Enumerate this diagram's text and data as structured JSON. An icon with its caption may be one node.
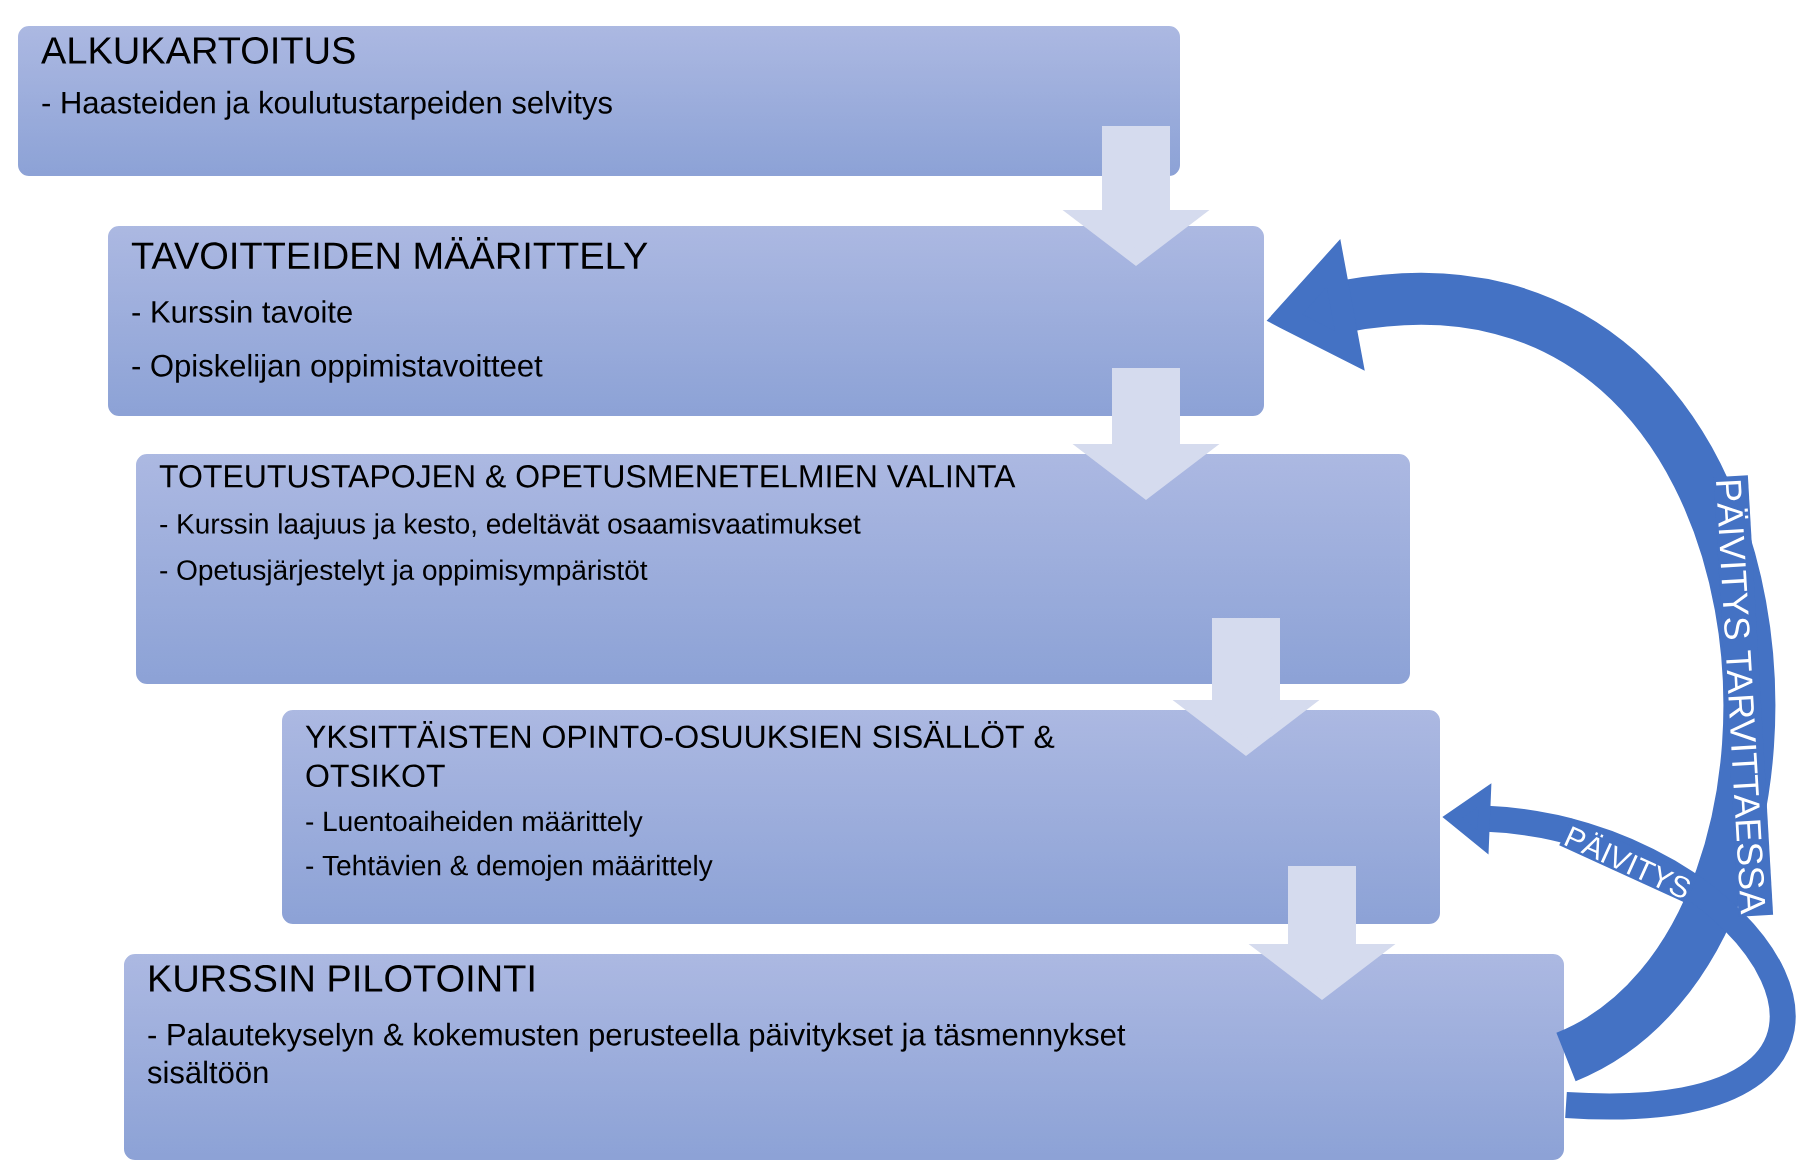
{
  "diagram": {
    "nodes": [
      {
        "text": [
          "ALKUKARTOITUS",
          "- Haasteiden ja koulutustarpeiden selvitys"
        ]
      },
      {
        "text": [
          "TAVOITTEIDEN MÄÄRITTELY",
          "- Kurssin tavoite",
          "- Opiskelijan oppimistavoitteet"
        ]
      },
      {
        "text": [
          "TOTEUTUSTAPOJEN & OPETUSMENETELMIEN VALINTA",
          "- Kurssin laajuus ja kesto, edeltävät osaamisvaatimukset",
          "- Opetusjärjestelyt ja oppimisympäristöt"
        ]
      },
      {
        "text": [
          "YKSITTÄISTEN OPINTO-OSUUKSIEN SISÄLLÖT & OTSIKOT",
          "- Luentoaiheiden määrittely",
          "- Tehtävien & demojen määrittely"
        ]
      },
      {
        "text": [
          "KURSSIN PILOTOINTI",
          "- Palautekyselyn & kokemusten perusteella päivitykset ja täsmennykset sisältöön"
        ]
      }
    ],
    "edges": [
      {
        "from": 0,
        "to": 1,
        "arrow": "to"
      },
      {
        "from": 1,
        "to": 2,
        "arrow": "to"
      },
      {
        "from": 2,
        "to": 3,
        "arrow": "to"
      },
      {
        "from": 3,
        "to": 4,
        "arrow": "to"
      },
      {
        "from": 4,
        "to": 1,
        "arrow": "to",
        "label": "PÄIVITYS TARVITTAESSA",
        "color": "#4472c4"
      },
      {
        "from": 4,
        "to": 3,
        "arrow": "to",
        "label": "PÄIVITYS",
        "color": "#4472c4"
      }
    ]
  }
}
